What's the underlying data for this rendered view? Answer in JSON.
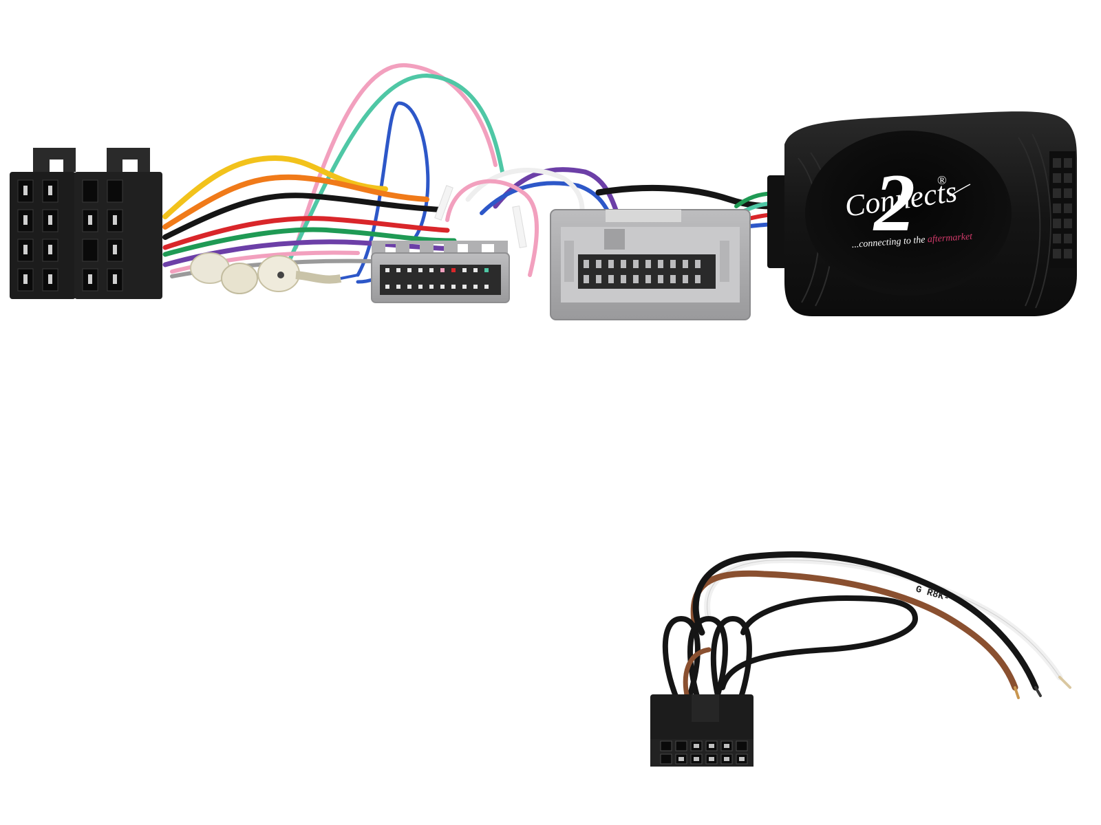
{
  "product": {
    "brand_mark": "2",
    "brand_word": "Connects",
    "registered_mark": "®",
    "tagline_prefix": "...connecting to the ",
    "tagline_highlight": "aftermarket"
  },
  "wire_harness": {
    "wire_print": "G R8K-"
  },
  "colors": {
    "background": "#ffffff",
    "connector_black": "#1c1c1c",
    "connector_grey": "#a9a9ab",
    "interface_box": "#151515",
    "tagline_accent": "#d23a6a",
    "wire_yellow": "#f2c21b",
    "wire_orange": "#f07a19",
    "wire_red": "#d9262a",
    "wire_pink": "#f2a0be",
    "wire_green": "#1f9a54",
    "wire_teal": "#4fc7a5",
    "wire_blue": "#2d57c8",
    "wire_purple": "#6c3fa7",
    "wire_brown": "#8a5030",
    "wire_white": "#eeeeee",
    "wire_black": "#151515"
  }
}
